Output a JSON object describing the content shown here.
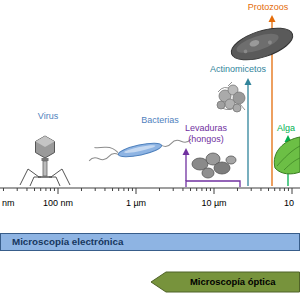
{
  "diagram": {
    "nodes": [
      {
        "text": [
          "Microscopía electrónica"
        ]
      },
      {
        "text": [
          "Microscopía óptica"
        ]
      }
    ],
    "labels": [
      "Protozoos",
      "Virus",
      "Bacterias",
      "Actinomicetos",
      "Levaduras (hongos)",
      "Alga",
      "nm",
      "100 nm",
      "1 µm",
      "10 µm",
      "10"
    ]
  }
}
